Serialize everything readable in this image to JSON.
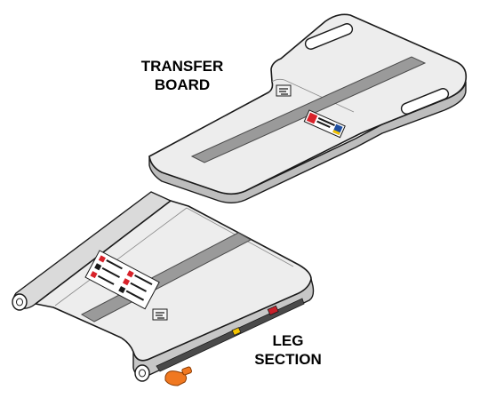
{
  "labels": {
    "transfer_board": [
      "TRANSFER",
      "BOARD"
    ],
    "leg_section": [
      "LEG",
      "SECTION"
    ]
  },
  "colors": {
    "outline": "#1a1a1a",
    "board_face": "#ededed",
    "board_edge": "#bdbdbd",
    "grip_strip": "#9a9a9a",
    "warning_label_red": "#d8222a",
    "warning_label_blue": "#1f4fa0",
    "accent_yellow": "#f5c400",
    "knob_orange": "#f07820",
    "marker_red": "#c8202a"
  },
  "icons": {
    "release_button": "release-button-icon",
    "warning_decal": "warning-decal-icon",
    "instruction_decal": "instruction-decal-icon",
    "hinge_pin": "hinge-pin-icon",
    "adjust_knob": "adjust-knob-icon"
  }
}
